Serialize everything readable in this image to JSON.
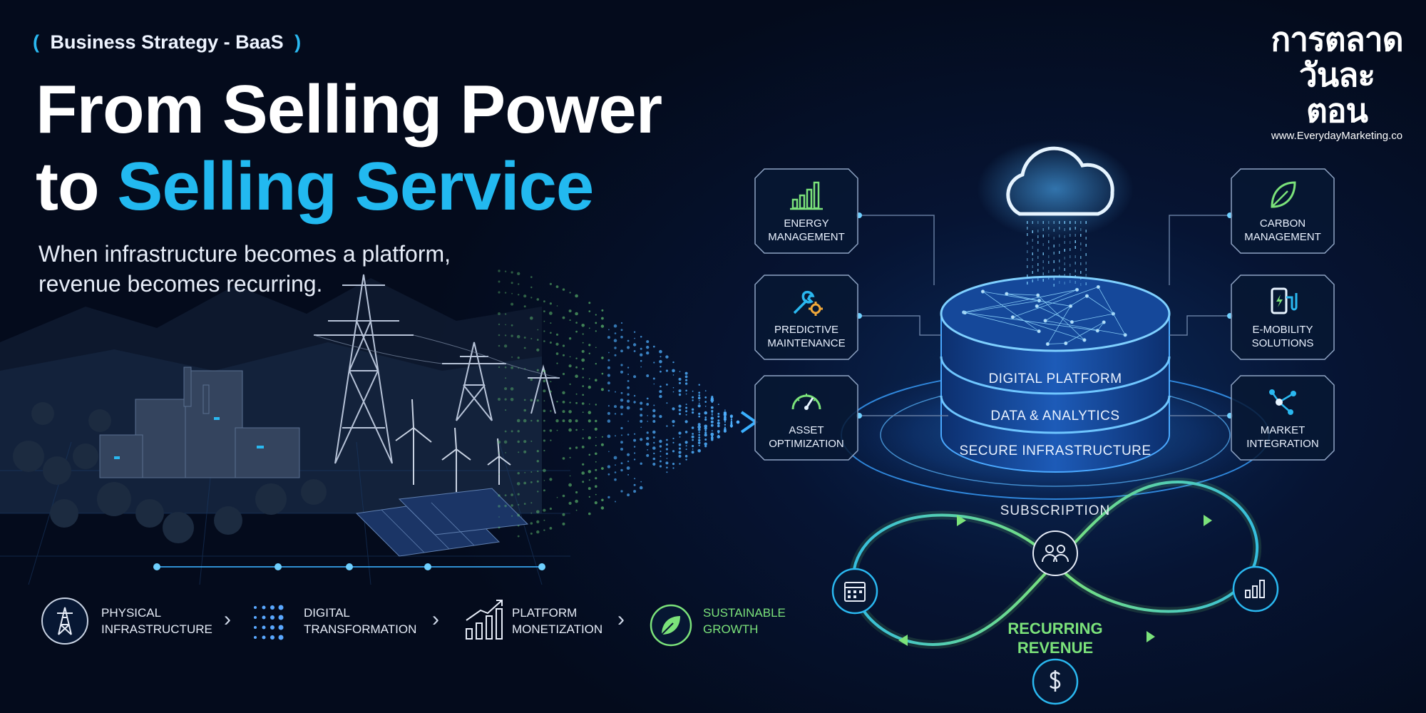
{
  "header": {
    "tag_open": "(",
    "tag": "Business Strategy - BaaS",
    "tag_close": ")",
    "title_line1": "From Selling Power",
    "title_line2_prefix": "to ",
    "title_line2_highlight": "Selling Service",
    "subtitle_line1": "When infrastructure becomes a platform,",
    "subtitle_line2": "revenue becomes recurring."
  },
  "logo": {
    "thai_line1": "การตลาด",
    "thai_line2": "วันละตอน",
    "url": "www.EverydayMarketing.co"
  },
  "services_left": [
    {
      "label1": "ENERGY",
      "label2": "MANAGEMENT",
      "icon": "bar-chart-icon"
    },
    {
      "label1": "PREDICTIVE",
      "label2": "MAINTENANCE",
      "icon": "wrench-gear-icon"
    },
    {
      "label1": "ASSET",
      "label2": "OPTIMIZATION",
      "icon": "gauge-icon"
    }
  ],
  "services_right": [
    {
      "label1": "CARBON",
      "label2": "MANAGEMENT",
      "icon": "leaf-icon"
    },
    {
      "label1": "E-MOBILITY",
      "label2": "SOLUTIONS",
      "icon": "ev-charger-icon"
    },
    {
      "label1": "MARKET",
      "label2": "INTEGRATION",
      "icon": "network-icon"
    }
  ],
  "platform_layers": [
    "DIGITAL PLATFORM",
    "DATA & ANALYTICS",
    "SECURE INFRASTRUCTURE"
  ],
  "loop": {
    "top_label": "SUBSCRIPTION",
    "center_line1": "RECURRING",
    "center_line2": "REVENUE"
  },
  "steps": [
    {
      "line1": "PHYSICAL",
      "line2": "INFRASTRUCTURE",
      "icon": "power-tower-icon"
    },
    {
      "line1": "DIGITAL",
      "line2": "TRANSFORMATION",
      "icon": "dot-grid-icon"
    },
    {
      "line1": "PLATFORM",
      "line2": "MONETIZATION",
      "icon": "growth-chart-icon"
    },
    {
      "line1": "SUSTAINABLE",
      "line2": "GROWTH",
      "icon": "leaf-icon"
    }
  ],
  "step_separator": "›",
  "colors": {
    "background": "#050d1f",
    "accent_blue": "#22b9f0",
    "accent_green": "#7be27a",
    "frame": "#8fa4c4"
  }
}
